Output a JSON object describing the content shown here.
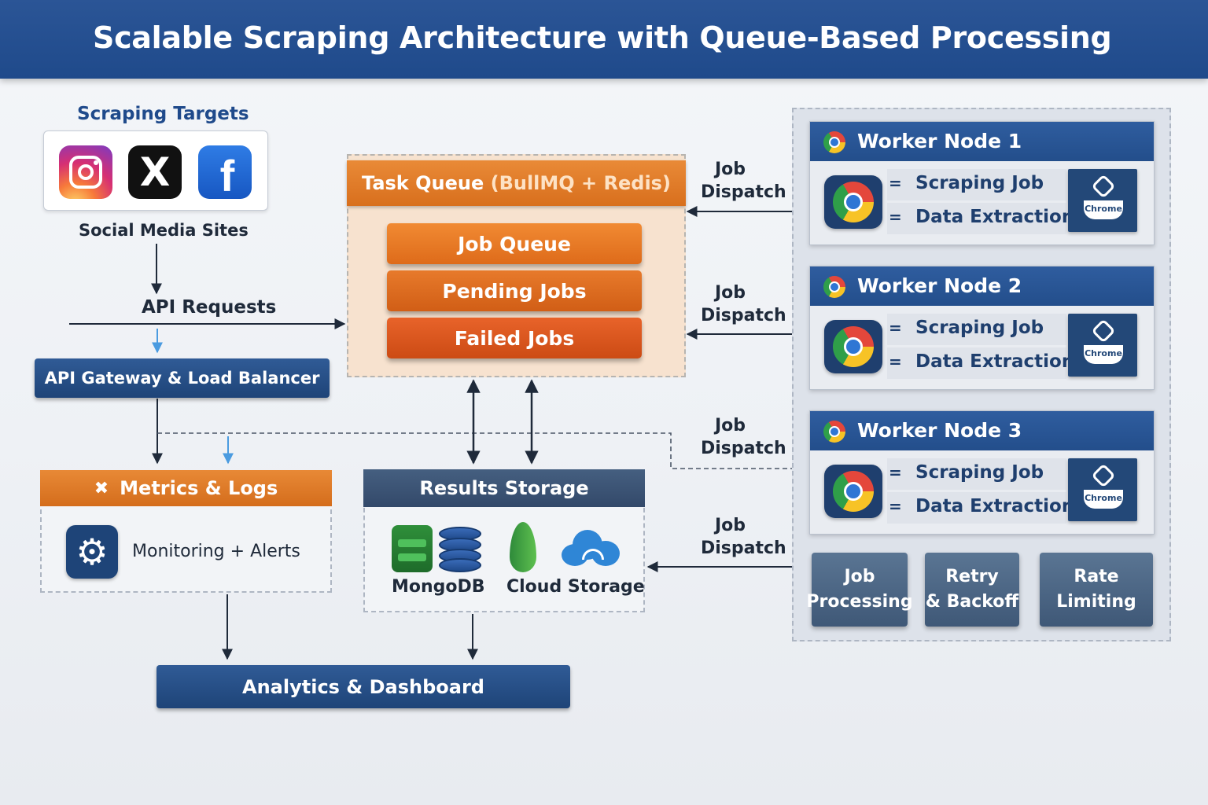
{
  "header": {
    "title": "Scalable Scraping Architecture with Queue-Based Processing"
  },
  "targets": {
    "title": "Scraping Targets",
    "icons": [
      "instagram-icon",
      "x-icon",
      "facebook-icon"
    ],
    "x_glyph": "X",
    "fb_glyph": "f",
    "caption": "Social Media Sites"
  },
  "api_requests": "API Requests",
  "gateway": "API Gateway & Load Balancer",
  "task_queue": {
    "title": "Task Queue",
    "subtitle": "(BullMQ + Redis)",
    "items": [
      "Job Queue",
      "Pending Jobs",
      "Failed Jobs"
    ]
  },
  "dispatch_labels": [
    {
      "line1": "Job",
      "line2": "Dispatch"
    },
    {
      "line1": "Job",
      "line2": "Dispatch"
    },
    {
      "line1": "Job",
      "line2": "Dispatch"
    },
    {
      "line1": "Job",
      "line2": "Dispatch"
    }
  ],
  "workers": [
    {
      "title": "Worker Node 1",
      "task_a": "Scraping Job",
      "task_b": "Data Extraction",
      "badge": "Chrome"
    },
    {
      "title": "Worker Node 2",
      "task_a": "Scraping Job",
      "task_b": "Data Extraction",
      "badge": "Chrome"
    },
    {
      "title": "Worker Node 3",
      "task_a": "Scraping Job",
      "task_b": "Data Extraction",
      "badge": "Chrome"
    }
  ],
  "task_glyph": "=",
  "processing": [
    {
      "line1": "Job",
      "line2": "Processing"
    },
    {
      "line1": "Retry",
      "line2": "& Backoff"
    },
    {
      "line1": "Rate",
      "line2": "Limiting"
    }
  ],
  "metrics": {
    "title": "Metrics & Logs",
    "icon": "tools-icon",
    "glyph": "✖",
    "label": "Monitoring + Alerts",
    "gear_glyph": "⚙"
  },
  "results": {
    "title": "Results Storage",
    "labels": [
      "MongoDB",
      "Cloud Storage"
    ]
  },
  "analytics": "Analytics & Dashboard",
  "colors": {
    "header_blue": "#1f4a8b",
    "queue_orange": "#de6b1a",
    "navy": "#1e4478",
    "arrow": "#1f2a3a",
    "dashed": "#4a5566",
    "light_blue_arrow": "#4a9be0"
  }
}
